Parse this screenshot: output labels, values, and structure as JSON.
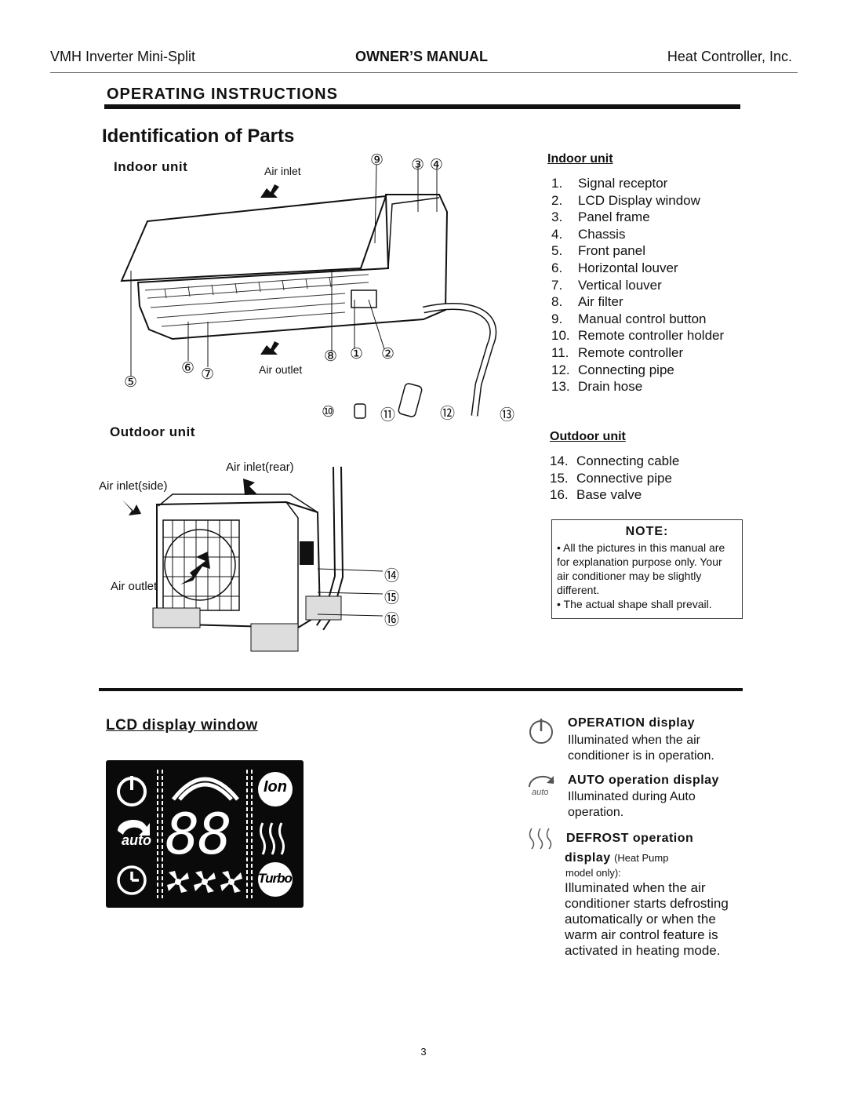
{
  "header": {
    "left": "VMH Inverter Mini-Split",
    "center": "OWNER’S MANUAL",
    "right": "Heat Controller, Inc."
  },
  "section_title": "OPERATING INSTRUCTIONS",
  "page_heading": "Identification of Parts",
  "indoor_diagram": {
    "label": "Indoor unit",
    "air_inlet": "Air inlet",
    "air_outlet": "Air outlet",
    "callouts": [
      "⑨",
      "③",
      "④",
      "⑤",
      "⑥",
      "⑦",
      "⑧",
      "①",
      "②",
      "⑩",
      "⑪",
      "⑫",
      "⑬"
    ]
  },
  "outdoor_diagram": {
    "label": "Outdoor unit",
    "air_inlet_rear": "Air inlet(rear)",
    "air_inlet_side": "Air inlet(side)",
    "air_outlet": "Air outlet",
    "callouts": [
      "⑭",
      "⑮",
      "⑯"
    ]
  },
  "indoor_list": {
    "heading": "Indoor unit",
    "items": [
      {
        "num": "1.",
        "label": "Signal receptor"
      },
      {
        "num": "2.",
        "label": "LCD Display window"
      },
      {
        "num": "3.",
        "label": "Panel frame"
      },
      {
        "num": "4.",
        "label": "Chassis"
      },
      {
        "num": "5.",
        "label": "Front panel"
      },
      {
        "num": "6.",
        "label": "Horizontal louver"
      },
      {
        "num": "7.",
        "label": "Vertical louver"
      },
      {
        "num": "8.",
        "label": "Air filter"
      },
      {
        "num": "9.",
        "label": "Manual control button"
      },
      {
        "num": "10.",
        "label": "Remote controller holder"
      },
      {
        "num": "11.",
        "label": "Remote controller"
      },
      {
        "num": "12.",
        "label": "Connecting pipe"
      },
      {
        "num": "13.",
        "label": "Drain hose"
      }
    ]
  },
  "outdoor_list": {
    "heading": "Outdoor unit",
    "items": [
      {
        "num": "14.",
        "label": "Connecting cable"
      },
      {
        "num": "15.",
        "label": "Connective pipe"
      },
      {
        "num": "16.",
        "label": "Base valve"
      }
    ]
  },
  "note": {
    "title": "NOTE:",
    "line1": "All the pictures in this manual are for explanation purpose only. Your air conditioner may be slightly different.",
    "line2": "The actual shape shall prevail."
  },
  "lcd": {
    "title": "LCD display window",
    "digits": "88",
    "ion": "Ion",
    "auto": "auto",
    "turbo": "Turbo"
  },
  "descriptions": {
    "operation": {
      "title": "OPERATION display",
      "body": "Illuminated when the air conditioner is in operation."
    },
    "auto": {
      "title": "AUTO operation display",
      "body": "Illuminated during Auto operation.",
      "icon_text": "auto"
    },
    "defrost": {
      "title_a": "DEFROST operation",
      "title_b": "display",
      "note_a": "(Heat Pump",
      "note_b": "model only):",
      "body": "Illuminated when the air conditioner starts defrosting automatically or when the warm air control feature is activated in heating mode."
    }
  },
  "page_number": "3"
}
